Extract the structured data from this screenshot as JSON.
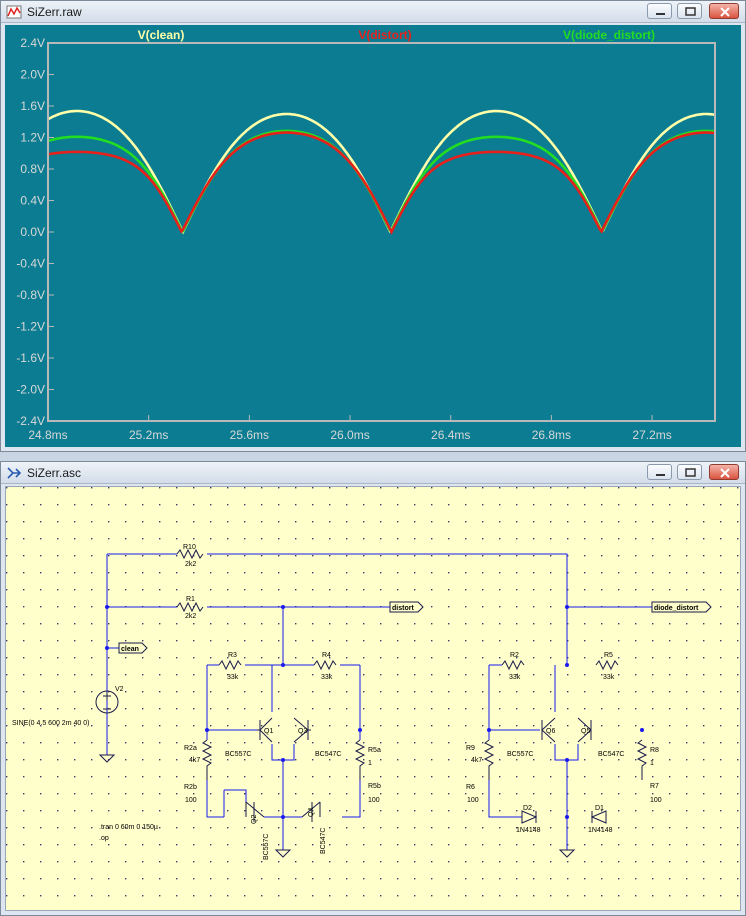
{
  "plot_window": {
    "title": "SiZerr.raw",
    "chart_data": {
      "type": "line",
      "xlabel": "",
      "ylabel": "",
      "xlim": [
        24.8,
        27.45
      ],
      "ylim": [
        -2.4,
        2.4
      ],
      "x_ticks": [
        24.8,
        25.2,
        25.6,
        26.0,
        26.4,
        26.8,
        27.2
      ],
      "x_tick_labels": [
        "24.8ms",
        "25.2ms",
        "25.6ms",
        "26.0ms",
        "26.4ms",
        "26.8ms",
        "27.2ms"
      ],
      "y_ticks": [
        2.4,
        2.0,
        1.6,
        1.2,
        0.8,
        0.4,
        0.0,
        -0.4,
        -0.8,
        -1.2,
        -1.6,
        -2.0,
        -2.4
      ],
      "y_tick_labels": [
        "2.4V",
        "2.0V",
        "1.6V",
        "1.2V",
        "0.8V",
        "0.4V",
        "0.0V",
        "-0.4V",
        "-0.8V",
        "-1.2V",
        "-1.6V",
        "-2.0V",
        "-2.4V"
      ],
      "grid": false,
      "legend": "top",
      "series": [
        {
          "name": "V(clean)",
          "color": "#ffffaa",
          "offset": -0.03,
          "amplitude": 1.76,
          "max_clip": 2.5,
          "min_clip": -2.5
        },
        {
          "name": "V(distort)",
          "color": "#e8201b",
          "offset": 0.0,
          "amplitude": 1.7,
          "max_clip": 1.61,
          "min_clip": -1.12
        },
        {
          "name": "V(diode_distort)",
          "color": "#22dd22",
          "offset": -0.02,
          "amplitude": 1.72,
          "max_clip": 1.67,
          "min_clip": -1.45
        }
      ],
      "period_ms": 1.6667,
      "peak_ms": 25.748
    }
  },
  "schematic_window": {
    "title": "SiZerr.asc",
    "labels": {
      "R10": "R10",
      "R10v": "2k2",
      "R1": "R1",
      "R1v": "2k2",
      "net_distort": "distort",
      "net_diode": "diode_distort",
      "net_clean": "clean",
      "V2": "V2",
      "source": "SINE(0 4.5 600 2m 40 0)",
      "R3": "R3",
      "R3v": "33k",
      "R4": "R4",
      "R4v": "33k",
      "Q1": "Q1",
      "Q1t": "BC557C",
      "Q3": "Q3",
      "Q3t": "BC547C",
      "R2a": "R2a",
      "R2av": "4k7",
      "R2b": "R2b",
      "R2bv": "100",
      "R5a": "R5a",
      "R5av": "1",
      "R5b": "R5b",
      "R5bv": "100",
      "Q2": "Q2",
      "Q2t": "BC557C",
      "Q4": "Q4",
      "Q4t": "BC547C",
      "tran": ".tran 0 60m 0 150µ",
      "op": ".op",
      "R2": "R2",
      "R2v": "33k",
      "R5": "R5",
      "R5v": "33k",
      "Q6": "Q6",
      "Q6t": "BC557C",
      "Q5": "Q5",
      "Q5t": "BC547C",
      "R9": "R9",
      "R9v": "4k7",
      "R6": "R6",
      "R6v": "100",
      "R8": "R8",
      "R8v": "1",
      "R7": "R7",
      "R7v": "100",
      "D2": "D2",
      "D2t": "1N4148",
      "D1": "D1",
      "D1t": "1N4148"
    }
  }
}
